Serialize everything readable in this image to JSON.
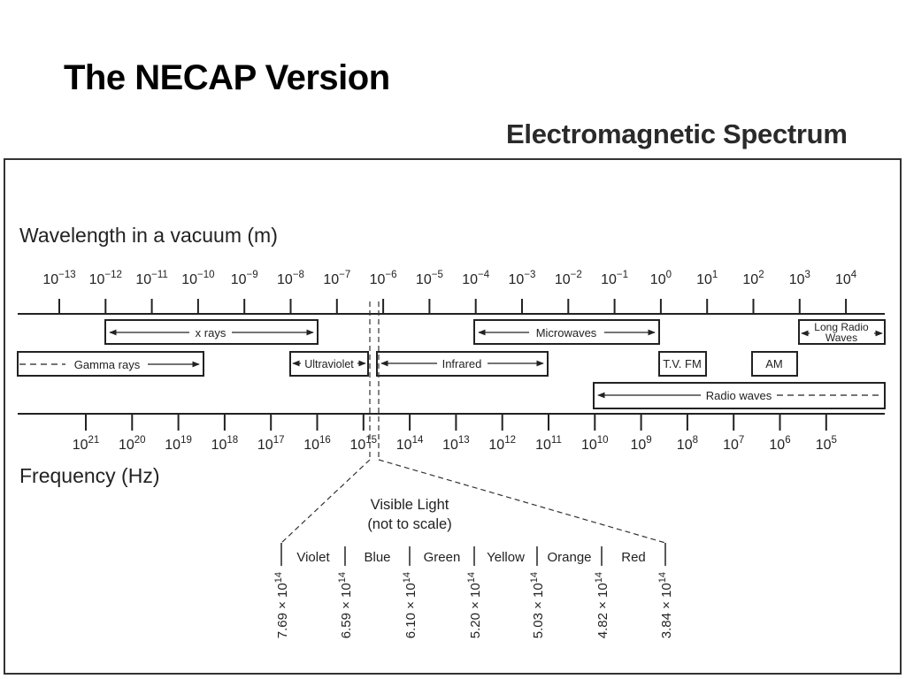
{
  "slide": {
    "title": "The NECAP Version"
  },
  "figure": {
    "title": "Electromagnetic Spectrum",
    "wavelength_label": "Wavelength in a vacuum (m)",
    "frequency_label": "Frequency (Hz)",
    "wavelength_ticks": [
      {
        "base": "10",
        "exp": "−13"
      },
      {
        "base": "10",
        "exp": "−12"
      },
      {
        "base": "10",
        "exp": "−11"
      },
      {
        "base": "10",
        "exp": "−10"
      },
      {
        "base": "10",
        "exp": "−9"
      },
      {
        "base": "10",
        "exp": "−8"
      },
      {
        "base": "10",
        "exp": "−7"
      },
      {
        "base": "10",
        "exp": "−6"
      },
      {
        "base": "10",
        "exp": "−5"
      },
      {
        "base": "10",
        "exp": "−4"
      },
      {
        "base": "10",
        "exp": "−3"
      },
      {
        "base": "10",
        "exp": "−2"
      },
      {
        "base": "10",
        "exp": "−1"
      },
      {
        "base": "10",
        "exp": "0"
      },
      {
        "base": "10",
        "exp": "1"
      },
      {
        "base": "10",
        "exp": "2"
      },
      {
        "base": "10",
        "exp": "3"
      },
      {
        "base": "10",
        "exp": "4"
      }
    ],
    "frequency_ticks": [
      {
        "base": "10",
        "exp": "21"
      },
      {
        "base": "10",
        "exp": "20"
      },
      {
        "base": "10",
        "exp": "19"
      },
      {
        "base": "10",
        "exp": "18"
      },
      {
        "base": "10",
        "exp": "17"
      },
      {
        "base": "10",
        "exp": "16"
      },
      {
        "base": "10",
        "exp": "15"
      },
      {
        "base": "10",
        "exp": "14"
      },
      {
        "base": "10",
        "exp": "13"
      },
      {
        "base": "10",
        "exp": "12"
      },
      {
        "base": "10",
        "exp": "11"
      },
      {
        "base": "10",
        "exp": "10"
      },
      {
        "base": "10",
        "exp": "9"
      },
      {
        "base": "10",
        "exp": "8"
      },
      {
        "base": "10",
        "exp": "7"
      },
      {
        "base": "10",
        "exp": "6"
      },
      {
        "base": "10",
        "exp": "5"
      }
    ],
    "bands": {
      "x_rays": "x rays",
      "microwaves": "Microwaves",
      "long_radio_line1": "Long Radio",
      "long_radio_line2": "Waves",
      "gamma_rays": "Gamma rays",
      "ultraviolet": "Ultraviolet",
      "infrared": "Infrared",
      "tv_fm": "T.V. FM",
      "am": "AM",
      "radio_waves": "Radio waves"
    },
    "visible": {
      "title_line1": "Visible Light",
      "title_line2": "(not to scale)",
      "colors": [
        "Violet",
        "Blue",
        "Green",
        "Yellow",
        "Orange",
        "Red"
      ],
      "frequencies": [
        "7.69",
        "6.59",
        "6.10",
        "5.20",
        "5.03",
        "4.82",
        "3.84"
      ],
      "times": "×",
      "freq_exp_base": "10",
      "freq_exp": "14"
    }
  }
}
